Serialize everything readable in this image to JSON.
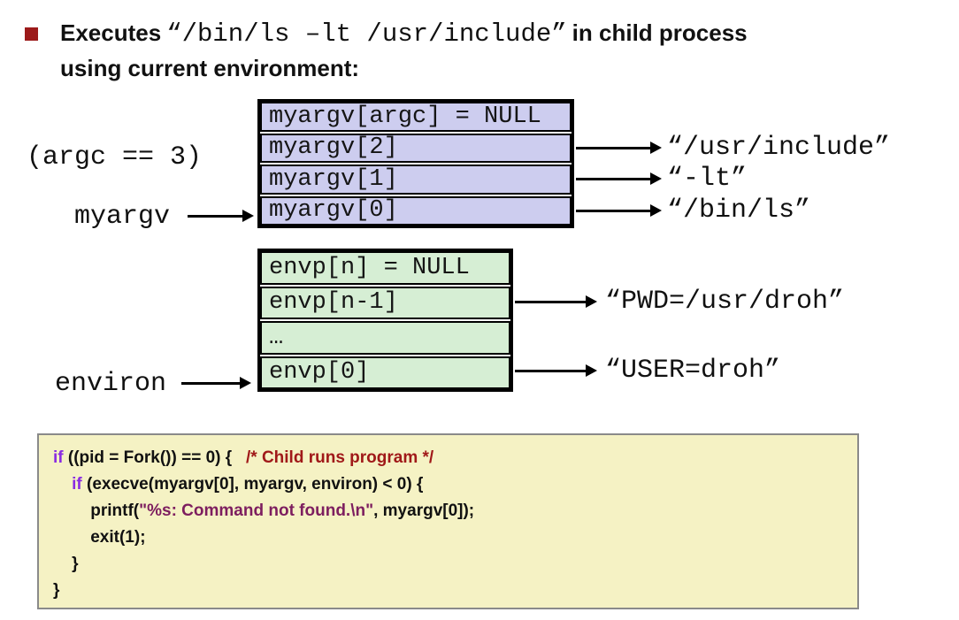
{
  "slide": {
    "bullet_title": {
      "prefix": "Executes",
      "command": "“/bin/ls –lt /usr/include”",
      "suffix": "in child process",
      "line2": "using current environment:"
    },
    "diagram": {
      "argc_note": "(argc == 3)",
      "myargv_pointer_label": "myargv",
      "environ_pointer_label": "environ",
      "argv_rows": [
        "myargv[argc] = NULL",
        "myargv[2]",
        "myargv[1]",
        "myargv[0]"
      ],
      "argv_strings": [
        "“/usr/include”",
        "“-lt”",
        "“/bin/ls”"
      ],
      "envp_rows": [
        "envp[n] = NULL",
        "envp[n-1]",
        "…",
        "envp[0]"
      ],
      "envp_strings": [
        "“PWD=/usr/droh”",
        "“USER=droh”"
      ]
    },
    "code": {
      "lines": [
        {
          "segments": [
            {
              "text": "if"
            },
            {
              "text": " ((pid = Fork()) == 0) {   "
            },
            {
              "text": "/* Child runs program */"
            }
          ]
        },
        {
          "segments": [
            {
              "text": "    "
            },
            {
              "text": "if"
            },
            {
              "text": " (execve(myargv[0], myargv, environ) < 0) {"
            }
          ]
        },
        {
          "segments": [
            {
              "text": "        printf("
            },
            {
              "text": "\"%s: Command not found.\\n\""
            },
            {
              "text": ", myargv[0]);"
            }
          ]
        },
        {
          "segments": [
            {
              "text": "        exit(1);"
            }
          ]
        },
        {
          "segments": [
            {
              "text": "    }"
            }
          ]
        },
        {
          "segments": [
            {
              "text": "}"
            }
          ]
        }
      ]
    },
    "colors": {
      "bullet_red": "#9C1A1A",
      "argv_row_fill": "#CDCDEF",
      "envp_row_fill": "#D6EED4",
      "code_background": "#F5F2C4",
      "code_border": "#8A8A8A",
      "keyword": "#8A2BE2",
      "comment": "#A01919",
      "string_literal": "#7D1E5F"
    }
  }
}
